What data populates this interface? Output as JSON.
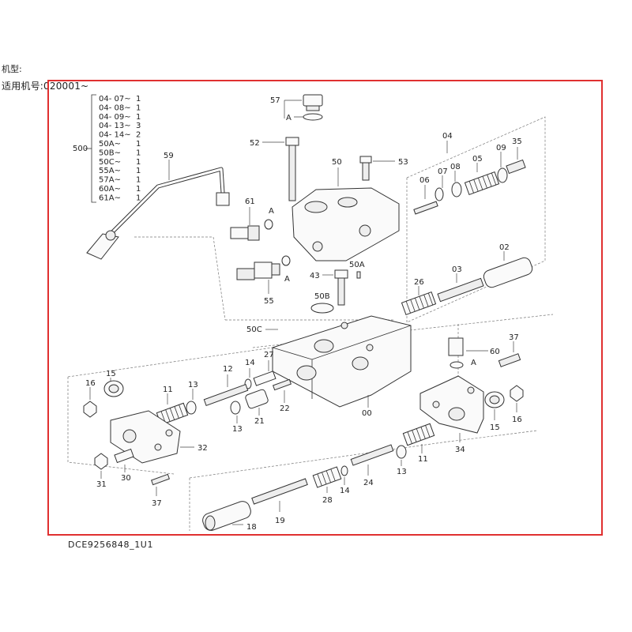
{
  "header": {
    "top_fragment": "机型:",
    "model_range": "适用机号:020001~"
  },
  "drawing_id": "DCE9256848_1U1",
  "kit": {
    "label": "500",
    "items": [
      {
        "ref": "04- 07~",
        "qty": "1"
      },
      {
        "ref": "04- 08~",
        "qty": "1"
      },
      {
        "ref": "04- 09~",
        "qty": "1"
      },
      {
        "ref": "04- 13~",
        "qty": "3"
      },
      {
        "ref": "04- 14~",
        "qty": "2"
      },
      {
        "ref": "50A~",
        "qty": "1"
      },
      {
        "ref": "50B~",
        "qty": "1"
      },
      {
        "ref": "50C~",
        "qty": "1"
      },
      {
        "ref": "55A~",
        "qty": "1"
      },
      {
        "ref": "57A~",
        "qty": "1"
      },
      {
        "ref": "60A~",
        "qty": "1"
      },
      {
        "ref": "61A~",
        "qty": "1"
      }
    ]
  },
  "callouts": {
    "c57": "57",
    "c52": "52",
    "c53": "53",
    "c50": "50",
    "c59": "59",
    "c61": "61",
    "c55": "55",
    "c43": "43",
    "c50a": "50A",
    "c50b": "50B",
    "c50c": "50C",
    "c04": "04",
    "c06": "06",
    "c07": "07",
    "c08": "08",
    "c05": "05",
    "c09": "09",
    "c35": "35",
    "c02": "02",
    "c03": "03",
    "c26": "26",
    "c27": "27",
    "c14a": "14",
    "c12": "12",
    "c13a": "13",
    "c11a": "11",
    "c15a": "15",
    "c16a": "16",
    "c21": "21",
    "c22": "22",
    "c13b": "13",
    "c00": "00",
    "c32": "32",
    "c30": "30",
    "c31": "31",
    "c37a": "37",
    "c60": "60",
    "c37b": "37",
    "c15b": "15",
    "c16b": "16",
    "c34": "34",
    "c11b": "11",
    "c13c": "13",
    "c24": "24",
    "c14b": "14",
    "c28": "28",
    "c19": "19",
    "c18": "18",
    "a1": "A",
    "a2": "A",
    "a3": "A",
    "a4": "A"
  }
}
